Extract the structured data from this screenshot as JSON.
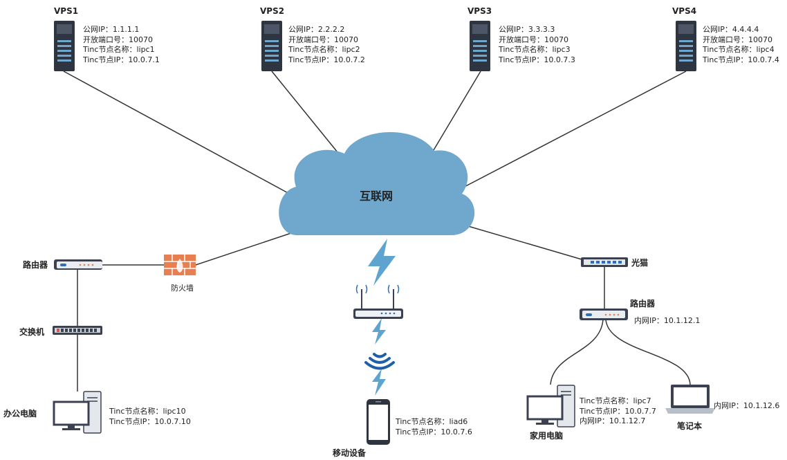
{
  "vps": [
    {
      "title": "VPS1",
      "public_ip": "公网IP：1.1.1.1",
      "port": "开放端口号：10070",
      "node_name": "Tinc节点名称：lipc1",
      "node_ip": "Tinc节点IP：10.0.7.1"
    },
    {
      "title": "VPS2",
      "public_ip": "公网IP：2.2.2.2",
      "port": "开放端口号：10070",
      "node_name": "Tinc节点名称：lipc2",
      "node_ip": "Tinc节点IP：10.0.7.2"
    },
    {
      "title": "VPS3",
      "public_ip": "公网IP：3.3.3.3",
      "port": "开放端口号：10070",
      "node_name": "Tinc节点名称：lipc3",
      "node_ip": "Tinc节点IP：10.0.7.3"
    },
    {
      "title": "VPS4",
      "public_ip": "公网IP：4.4.4.4",
      "port": "开放端口号：10070",
      "node_name": "Tinc节点名称：lipc4",
      "node_ip": "Tinc节点IP：10.0.7.4"
    }
  ],
  "cloud": {
    "label": "互联网"
  },
  "office": {
    "router_label": "路由器",
    "firewall_label": "防火墙",
    "switch_label": "交换机",
    "pc_label": "办公电脑",
    "pc_node_name": "Tinc节点名称：lipc10",
    "pc_node_ip": "Tinc节点IP：10.0.7.10"
  },
  "mobile": {
    "label": "移动设备",
    "node_name": "Tinc节点名称：liad6",
    "node_ip": "Tinc节点IP：10.0.7.6"
  },
  "home": {
    "modem_label": "光猫",
    "router_label": "路由器",
    "router_ip": "内网IP：10.1.12.1",
    "pc_label": "家用电脑",
    "pc_node_name": "Tinc节点名称：lipc7",
    "pc_node_ip": "Tinc节点IP：10.0.7.7",
    "pc_lan_ip": "内网IP：10.1.12.7",
    "laptop_label": "笔记本",
    "laptop_ip": "内网IP：10.1.12.6"
  },
  "colors": {
    "cloud": "#6fa8cc",
    "device_dark": "#3b4150",
    "bolt": "#5fa3cf",
    "firewall": "#e87f50",
    "accent": "#2f6fb5"
  }
}
